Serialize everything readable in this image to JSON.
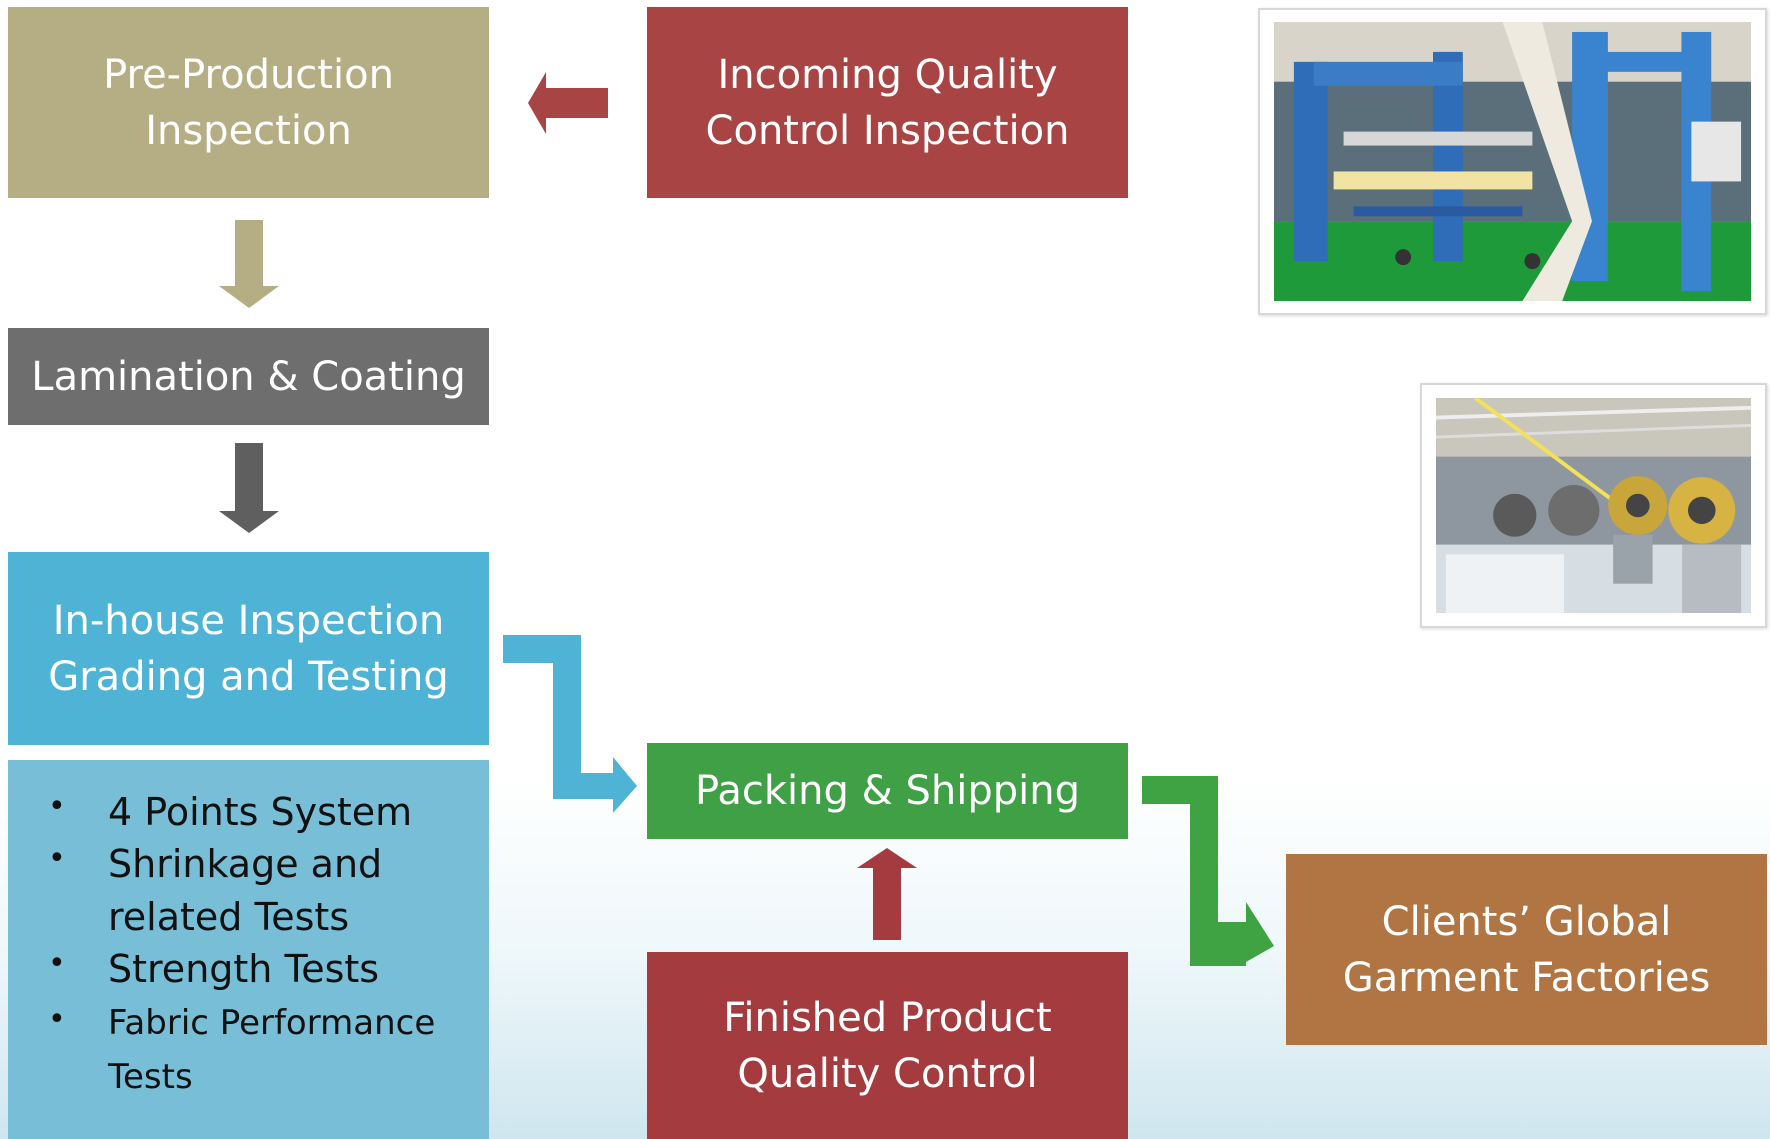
{
  "boxes": {
    "pre_production": {
      "line1": "Pre-Production",
      "line2": "Inspection"
    },
    "incoming_qc": {
      "line1": "Incoming Quality",
      "line2": "Control Inspection"
    },
    "lamination": {
      "label": "Lamination & Coating"
    },
    "in_house": {
      "line1": "In-house Inspection",
      "line2": "Grading and Testing"
    },
    "packing": {
      "label": "Packing & Shipping"
    },
    "clients": {
      "line1": "Clients’ Global",
      "line2": "Garment Factories"
    },
    "finished_qc": {
      "line1": "Finished Product",
      "line2": "Quality Control"
    }
  },
  "tests_list": {
    "bullet": "•",
    "items": [
      {
        "line1": "4 Points System"
      },
      {
        "line1": "Shrinkage and",
        "line2": "related Tests"
      },
      {
        "line1": "Strength Tests"
      },
      {
        "line1": "Fabric Performance",
        "line2": "Tests"
      }
    ]
  },
  "colors": {
    "pre_production": "#b5ae85",
    "incoming_qc": "#a84444",
    "lamination": "#6e6e6e",
    "in_house": "#4fb3d6",
    "tests_panel": "#78bed6",
    "packing": "#40a046",
    "clients": "#b07542",
    "finished_qc": "#a43b3f"
  },
  "photos": [
    {
      "icon": "fabric-inspection-machine-photo"
    },
    {
      "icon": "dyeing-factory-photo"
    }
  ]
}
